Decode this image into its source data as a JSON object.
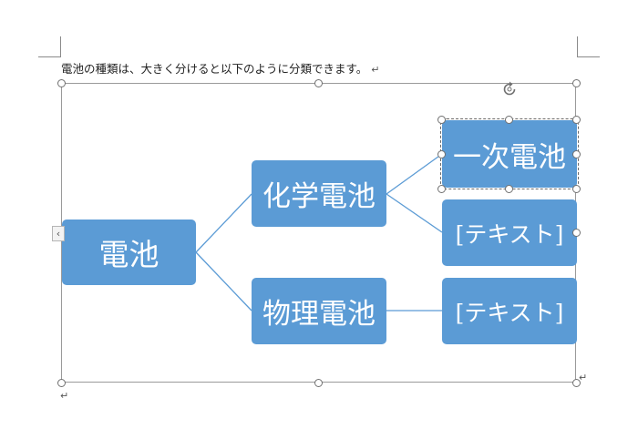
{
  "paragraph": {
    "text": "電池の種類は、大きく分けると以下のように分類できます。",
    "mark": "↵"
  },
  "after_mark": "↵",
  "frame_mark": "↵",
  "text_pane_toggle": "‹",
  "smartart": {
    "root": "電池",
    "level1": [
      "化学電池",
      "物理電池"
    ],
    "level2": [
      "一次電池",
      "[テキスト]",
      "[テキスト]"
    ]
  },
  "colors": {
    "node_fill": "#5b9bd5",
    "connector": "#5b9bd5",
    "node_text": "#ffffff"
  }
}
